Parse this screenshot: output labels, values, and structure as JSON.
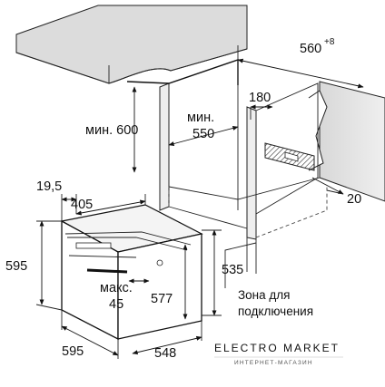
{
  "dimensions": {
    "top_width": "560",
    "top_width_sup": "+8",
    "min_height": "мин. 600",
    "min_depth_label": "мин.",
    "min_depth_value": "550",
    "vent_depth": "180",
    "rear_gap": "20",
    "front_offset": "19,5",
    "inner_width": "405",
    "oven_height": "595",
    "body_height": "535",
    "door_height": "577",
    "max_label": "макс.",
    "max_value": "45",
    "oven_width": "595",
    "oven_depth": "548"
  },
  "connection_zone": {
    "line1": "Зона для",
    "line2": "подключения"
  },
  "watermark": {
    "title": "ELECTRO MARKET",
    "subtitle": "ИНТЕРНЕТ-МАГАЗИН"
  }
}
